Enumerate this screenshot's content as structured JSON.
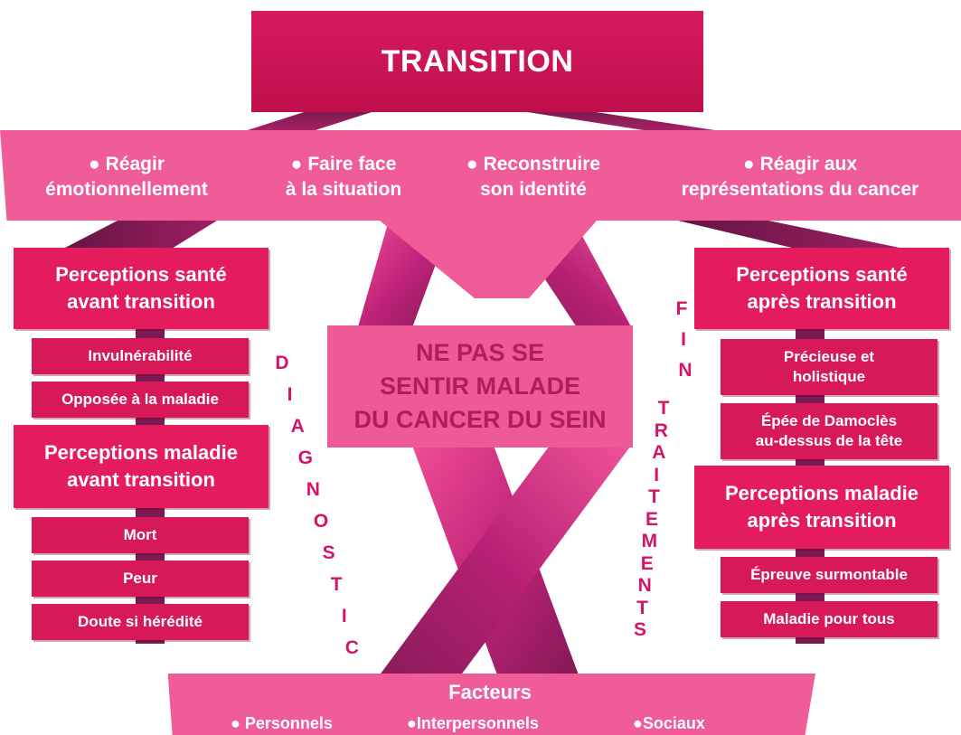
{
  "title": "TRANSITION",
  "coping": [
    {
      "bullet": "●",
      "lines": [
        "Réagir",
        "émotionnellement"
      ]
    },
    {
      "bullet": "●",
      "lines": [
        "Faire face",
        "à la situation"
      ]
    },
    {
      "bullet": "●",
      "lines": [
        "Reconstruire",
        "son identité"
      ]
    },
    {
      "bullet": "●",
      "lines": [
        "Réagir aux",
        "représentations du cancer"
      ]
    }
  ],
  "left": {
    "health_header": [
      "Perceptions santé",
      "avant transition"
    ],
    "health_items": [
      "Invulnérabilité",
      "Opposée à la maladie"
    ],
    "disease_header": [
      "Perceptions maladie",
      "avant transition"
    ],
    "disease_items": [
      "Mort",
      "Peur",
      "Doute si hérédité"
    ]
  },
  "right": {
    "health_header": [
      "Perceptions santé",
      "après transition"
    ],
    "health_items": [
      [
        "Précieuse et",
        "holistique"
      ],
      [
        "Épée de Damoclès",
        "au-dessus de la tête"
      ]
    ],
    "disease_header": [
      "Perceptions maladie",
      "après transition"
    ],
    "disease_items": [
      "Épreuve surmontable",
      "Maladie pour tous"
    ]
  },
  "center_lines": [
    "NE PAS SE",
    "SENTIR MALADE",
    "DU CANCER DU SEIN"
  ],
  "diagnostic_letters": [
    "D",
    "I",
    "A",
    "G",
    "N",
    "O",
    "S",
    "T",
    "I",
    "C"
  ],
  "fin_letters": [
    "F",
    "I",
    "N"
  ],
  "traitements_letters": [
    "T",
    "R",
    "A",
    "I",
    "T",
    "E",
    "M",
    "E",
    "N",
    "T",
    "S"
  ],
  "factors": {
    "title": "Facteurs",
    "bullet": "●",
    "items": [
      "Personnels",
      "Interpersonnels",
      "Sociaux"
    ]
  },
  "colors": {
    "title_magenta": "#c90f52",
    "band_pink": "#ef5c98",
    "header_pink": "#e41c5e",
    "item_pink": "#d71859",
    "ribbon_dark": "#8c1d5c",
    "ribbon_light": "#e3468f",
    "vertical_text": "#d4146a",
    "center_text": "#b01e5a"
  }
}
